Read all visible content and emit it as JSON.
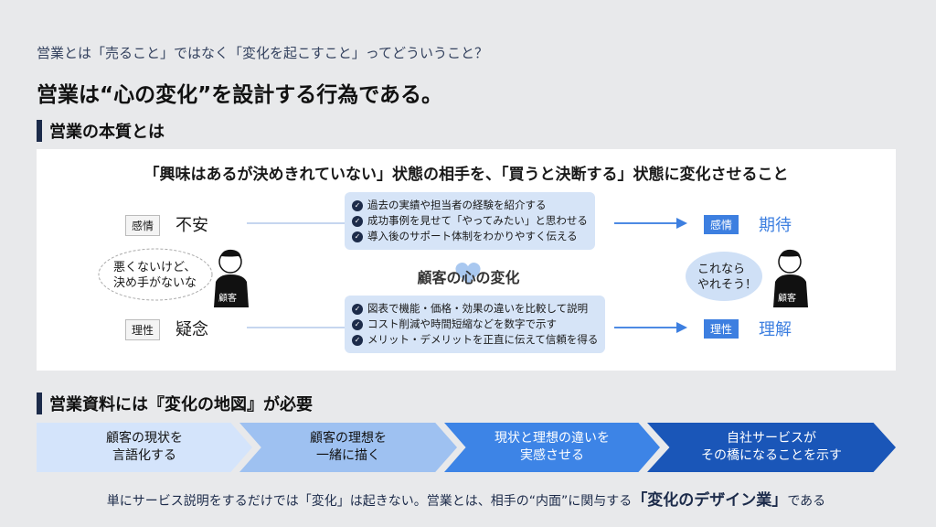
{
  "subtitle": "営業とは「売ること」ではなく「変化を起こすこと」ってどういうこと？",
  "title": "営業は“心の変化”を設計する行為である。",
  "section1": {
    "heading": "営業の本質とは",
    "headline": "「興味はあるが決めきれていない」状態の相手を、「買うと決断する」状態に変化させること",
    "before": {
      "emotion_tag": "感情",
      "emotion": "不安",
      "logic_tag": "理性",
      "logic": "疑念",
      "bubble_line1": "悪くないけど、",
      "bubble_line2": "決め手がないな",
      "shirt": "顧客"
    },
    "after": {
      "emotion_tag": "感情",
      "emotion": "期待",
      "logic_tag": "理性",
      "logic": "理解",
      "bubble_line1": "これなら",
      "bubble_line2": "やれそう！",
      "shirt": "顧客"
    },
    "center_label": "顧客の心の変化",
    "emotion_items": [
      "過去の実績や担当者の経験を紹介する",
      "成功事例を見せて「やってみたい」と思わせる",
      "導入後のサポート体制をわかりやすく伝える"
    ],
    "logic_items": [
      "図表で機能・価格・効果の違いを比較して説明",
      "コスト削減や時間短縮などを数字で示す",
      "メリット・デメリットを正直に伝えて信頼を得る"
    ]
  },
  "section2": {
    "heading": "営業資料には『変化の地図』が必要",
    "steps": [
      {
        "l1": "顧客の現状を",
        "l2": "言語化する"
      },
      {
        "l1": "顧客の理想を",
        "l2": "一緒に描く"
      },
      {
        "l1": "現状と理想の違いを",
        "l2": "実感させる"
      },
      {
        "l1": "自社サービスが",
        "l2": "その橋になることを示す"
      }
    ],
    "footer_pre": "単にサービス説明をするだけでは「変化」は起きない。営業とは、相手の“内面”に関与する",
    "footer_emph": "「変化のデザイン業」",
    "footer_post": "である"
  },
  "colors": {
    "navy": "#1c2b4a",
    "blue": "#3d7fe0",
    "light_box": "#d6e4f7"
  }
}
